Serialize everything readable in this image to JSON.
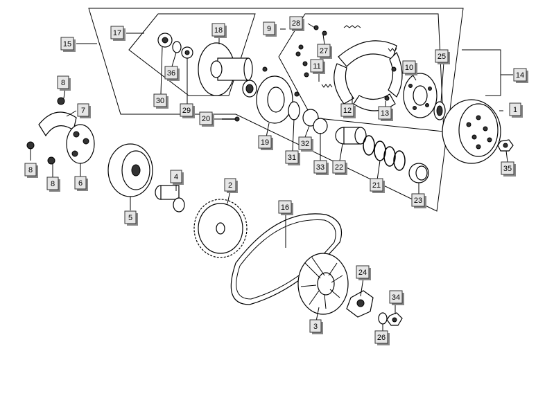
{
  "diagram": {
    "labels": {
      "p1": "1",
      "p2": "2",
      "p3": "3",
      "p4": "4",
      "p5": "5",
      "p6": "6",
      "p7": "7",
      "p8a": "8",
      "p8b": "8",
      "p8c": "8",
      "p9": "9",
      "p10": "10",
      "p11": "11",
      "p12": "12",
      "p13": "13",
      "p14": "14",
      "p15": "15",
      "p16": "16",
      "p17": "17",
      "p18": "18",
      "p19": "19",
      "p20": "20",
      "p21": "21",
      "p22": "22",
      "p23": "23",
      "p24": "24",
      "p25": "25",
      "p26": "26",
      "p27": "27",
      "p28": "28",
      "p29": "29",
      "p30": "30",
      "p31": "31",
      "p32": "32",
      "p33": "33",
      "p34": "34",
      "p35": "35",
      "p36": "36"
    }
  }
}
